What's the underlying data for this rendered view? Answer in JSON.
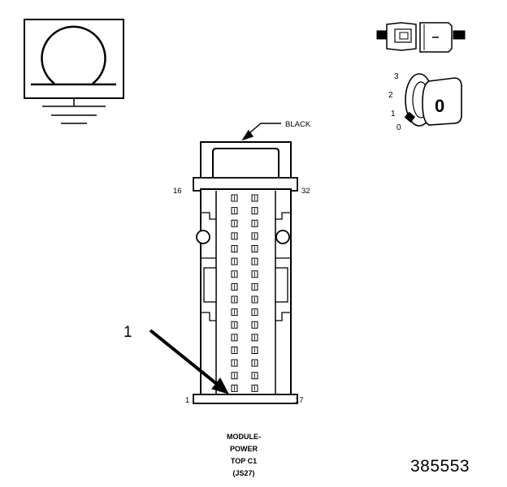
{
  "wire_color_label": "BLACK",
  "pin_labels": {
    "top_left": "16",
    "top_right": "32",
    "bottom_left": "1",
    "bottom_right": "17"
  },
  "callout_number": "1",
  "key_positions": [
    "3",
    "2",
    "1",
    "0"
  ],
  "key_symbol": "0",
  "caption": {
    "line1": "MODULE-",
    "line2": "POWER",
    "line3": "TOP C1",
    "line4": "(JS27)"
  },
  "figure_number": "385553",
  "pins_per_column": 16,
  "pin_columns": 2
}
